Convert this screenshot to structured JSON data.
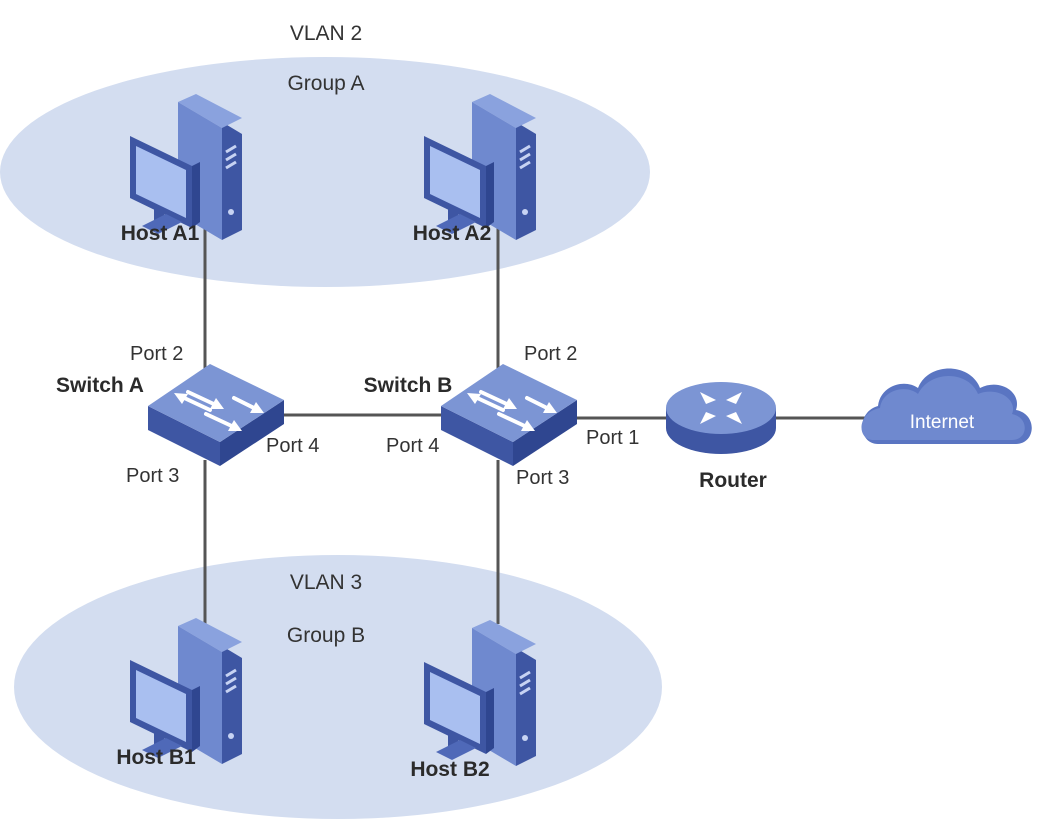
{
  "groups": [
    {
      "vlan": "VLAN 2",
      "group": "Group A"
    },
    {
      "vlan": "VLAN 3",
      "group": "Group B"
    }
  ],
  "hosts": [
    {
      "label": "Host A1",
      "icon": "desktop-computer-icon"
    },
    {
      "label": "Host A2",
      "icon": "desktop-computer-icon"
    },
    {
      "label": "Host B1",
      "icon": "desktop-computer-icon"
    },
    {
      "label": "Host B2",
      "icon": "desktop-computer-icon"
    }
  ],
  "switches": [
    {
      "label": "Switch A",
      "icon": "switch-icon",
      "ports": {
        "up": "Port 2",
        "right": "Port 4",
        "down": "Port 3"
      }
    },
    {
      "label": "Switch B",
      "icon": "switch-icon",
      "ports": {
        "up": "Port 2",
        "left": "Port 4",
        "down": "Port 3",
        "right": "Port 1"
      }
    }
  ],
  "router": {
    "label": "Router",
    "icon": "router-icon"
  },
  "cloud": {
    "label": "Internet",
    "icon": "cloud-icon"
  },
  "colors": {
    "vlan_fill": "#d3ddf0",
    "device_light": "#7c95d4",
    "device_mid": "#5a75c2",
    "device_dark": "#3e56a3",
    "screen": "#a9bff0",
    "line": "#555555"
  }
}
